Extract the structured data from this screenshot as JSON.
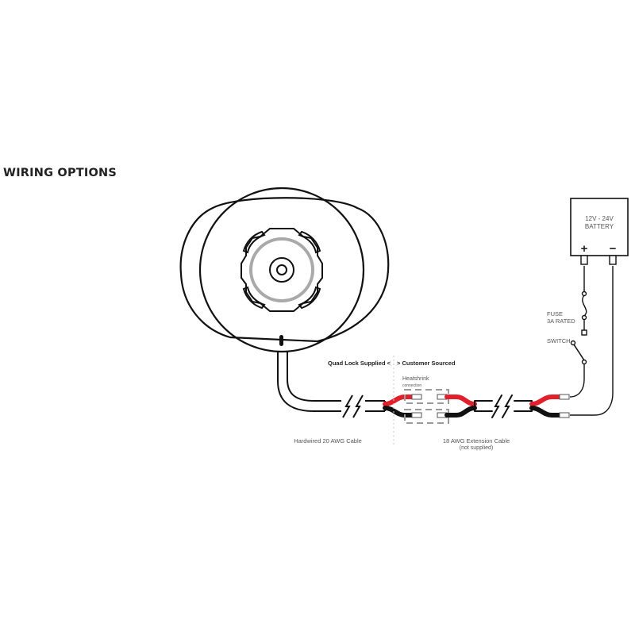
{
  "title": "WIRING OPTIONS",
  "battery": {
    "label_line1": "12V - 24V",
    "label_line2": "BATTERY",
    "positive": "+",
    "negative": "−"
  },
  "fuse": {
    "label_line1": "FUSE",
    "label_line2": "3A RATED"
  },
  "switch": {
    "label": "SWITCH"
  },
  "sections": {
    "supplied": "Quad Lock Supplied <",
    "sourced": "> Customer Sourced"
  },
  "heatshrink": {
    "label": "Heatshrink",
    "sublabel": "connection"
  },
  "cables": {
    "hardwired": "Hardwired 20 AWG Cable",
    "extension_line1": "18 AWG Extension Cable",
    "extension_line2": "(not supplied)"
  },
  "colors": {
    "positive_wire": "#e0202a",
    "negative_wire": "#111111",
    "outline": "#111111",
    "ring": "#a9a9a9",
    "dashed": "#9a9a9a"
  }
}
